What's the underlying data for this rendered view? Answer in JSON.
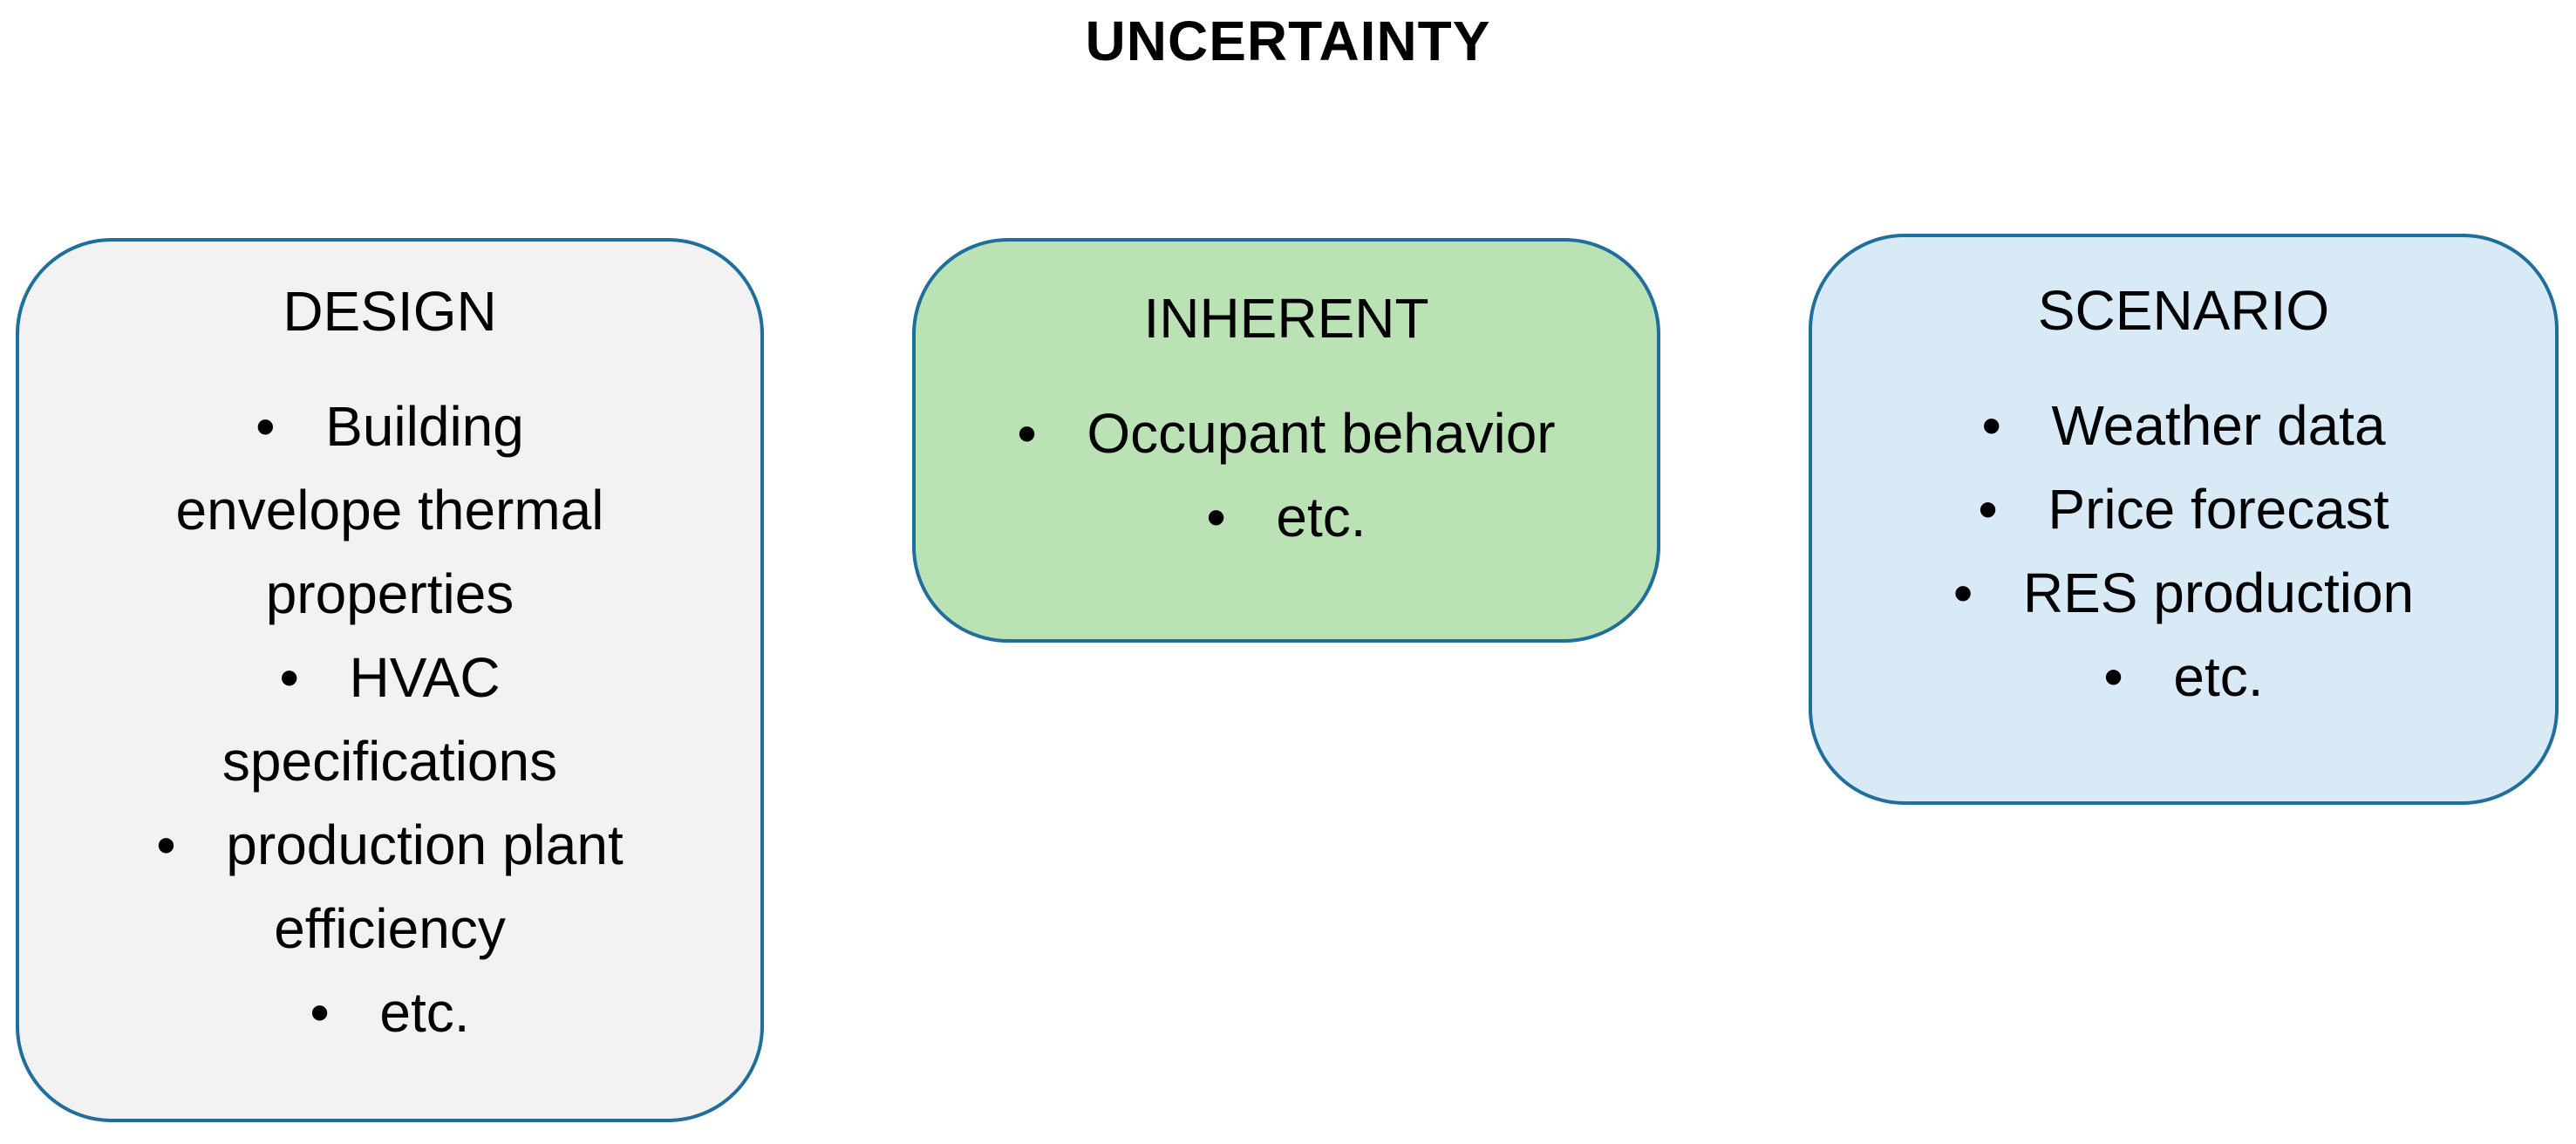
{
  "title": "UNCERTAINTY",
  "bullet_glyph": "•",
  "boxes": {
    "design": {
      "heading": "DESIGN",
      "items": [
        "Building envelope thermal properties",
        "HVAC specifications",
        "production plant efficiency",
        "etc."
      ],
      "color": "#f2f2f2"
    },
    "inherent": {
      "heading": "INHERENT",
      "items": [
        "Occupant behavior",
        "etc."
      ],
      "color": "#bbe2b5"
    },
    "scenario": {
      "heading": "SCENARIO",
      "items": [
        "Weather data",
        "Price forecast",
        "RES production",
        "etc."
      ],
      "color": "#d9eaf7"
    }
  },
  "border_color": "#1f6e9c"
}
